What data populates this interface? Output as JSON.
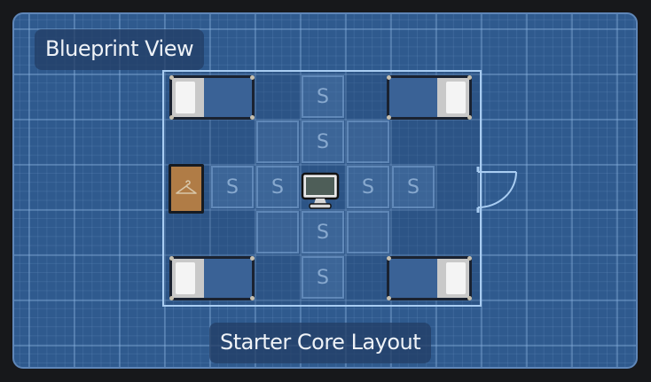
{
  "panel": {
    "title": "Blueprint View",
    "caption": "Starter Core Layout"
  },
  "room": {
    "slots": [
      {
        "label": "S"
      },
      {
        "label": "S"
      },
      {
        "label": "S"
      },
      {
        "label": "S"
      },
      {
        "label": "S"
      },
      {
        "label": "S"
      },
      {
        "label": "S"
      },
      {
        "label": "S"
      }
    ],
    "objects": [
      "bed",
      "bed",
      "bed",
      "bed",
      "wardrobe",
      "computer",
      "door"
    ]
  },
  "colors": {
    "background": "#17181b",
    "blueprint": "#2f5a8e",
    "wall": "#a9cdf2",
    "wardrobe": "#b07c46"
  }
}
